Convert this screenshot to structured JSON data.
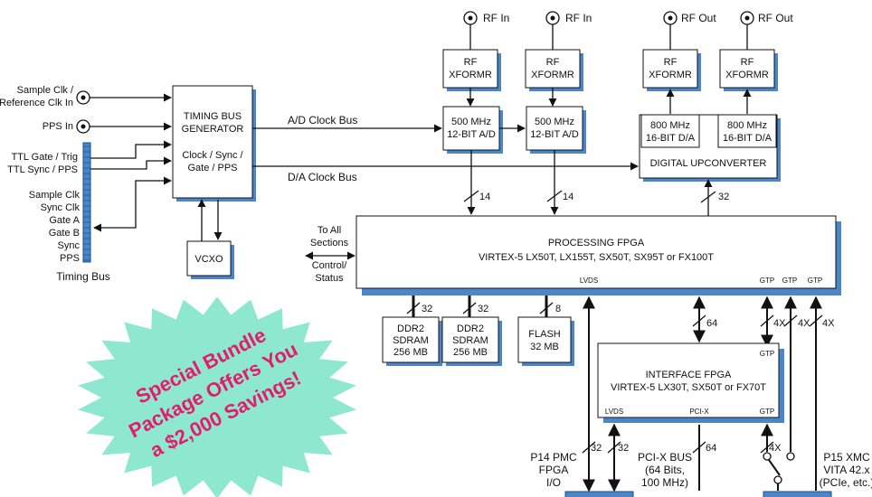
{
  "rf": {
    "in1": "RF In",
    "in2": "RF In",
    "out1": "RF Out",
    "out2": "RF Out",
    "xformer_l1": "RF",
    "xformer_l2": "XFORMR"
  },
  "adc": {
    "l1": "500 MHz",
    "l2": "12-BIT A/D"
  },
  "dac": {
    "l1": "800 MHz",
    "l2": "16-BIT D/A"
  },
  "upconverter": "DIGITAL UPCONVERTER",
  "timing_gen": {
    "l1": "TIMING BUS",
    "l2": "GENERATOR",
    "l3": "Clock / Sync /",
    "l4": "Gate / PPS"
  },
  "vcxo": "VCXO",
  "inputs": {
    "sample_clk_l1": "Sample Clk /",
    "sample_clk_l2": "Reference Clk In",
    "pps_in": "PPS In",
    "ttl_gate": "TTL Gate / Trig",
    "ttl_sync": "TTL Sync / PPS"
  },
  "timing_bus_pins": [
    "Sample Clk",
    "Sync Clk",
    "Gate A",
    "Gate B",
    "Sync",
    "PPS"
  ],
  "timing_bus_label": "Timing Bus",
  "bus_labels": {
    "ad_clock": "A/D Clock Bus",
    "da_clock": "D/A Clock Bus"
  },
  "widths": {
    "w14a": "14",
    "w14b": "14",
    "w32up": "32",
    "w32a": "32",
    "w32b": "32",
    "w8": "8",
    "w64a": "64",
    "w4a": "4X",
    "w4b": "4X",
    "w4c": "4X",
    "w32c": "32",
    "w32d": "32",
    "w64b": "64",
    "w4d": "4X"
  },
  "processing_fpga": {
    "l1": "PROCESSING FPGA",
    "l2": "VIRTEX-5 LX50T, LX155T, SX50T, SX95T or FX100T",
    "lvds": "LVDS",
    "gtp1": "GTP",
    "gtp2": "GTP",
    "gtp3": "GTP"
  },
  "sections": {
    "l1": "To All",
    "l2": "Sections",
    "l3": "Control/",
    "l4": "Status"
  },
  "memory": {
    "ddr_l1": "DDR2",
    "ddr_l2": "SDRAM",
    "ddr_l3": "256 MB",
    "flash_l1": "FLASH",
    "flash_l2": "32 MB"
  },
  "interface_fpga": {
    "l1": "INTERFACE FPGA",
    "l2": "VIRTEX-5 LX30T, SX50T or FX70T",
    "gtp_top": "GTP",
    "lvds": "LVDS",
    "pcix": "PCI-X",
    "gtp_bot": "GTP"
  },
  "p14": {
    "l1": "P14 PMC",
    "l2": "FPGA",
    "l3": "I/O"
  },
  "pcix_bus": {
    "l1": "PCI-X BUS",
    "l2": "(64 Bits,",
    "l3": "100 MHz)"
  },
  "p15": {
    "l1": "P15 XMC",
    "l2": "VITA 42.x",
    "l3": "(PCIe, etc.)"
  },
  "promo": {
    "l1": "Special Bundle",
    "l2": "Package Offers You",
    "l3": "a $2,000 Savings!"
  },
  "colors": {
    "shadow": "#4a86c8",
    "burst": "#8ee8d0",
    "promo_text": "#e31b6d"
  }
}
